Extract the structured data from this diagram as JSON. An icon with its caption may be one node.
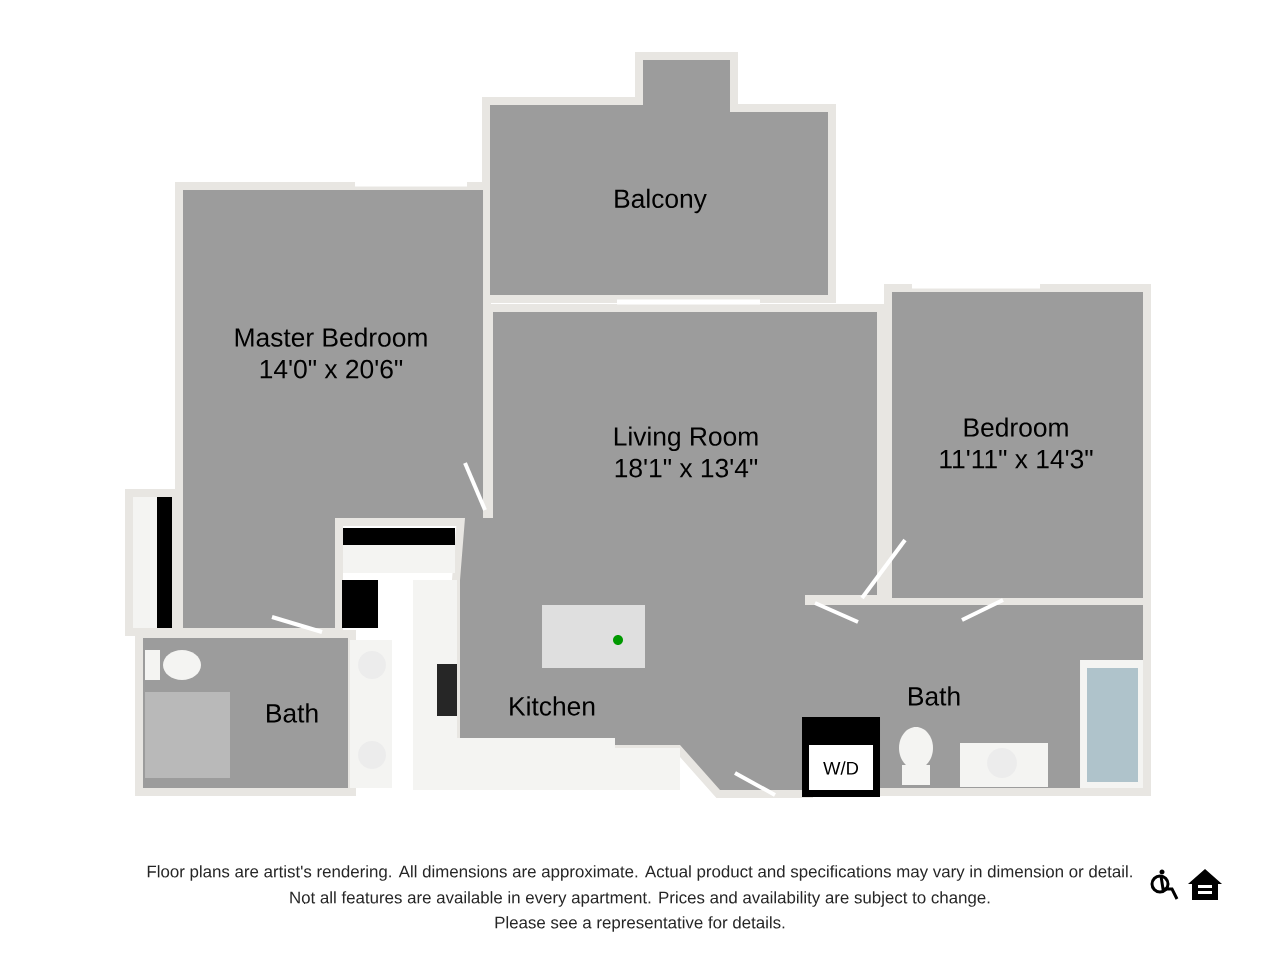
{
  "diagram": {
    "nodes": [
      {
        "text": [
          "Balcony"
        ]
      },
      {
        "text": [
          "Master Bedroom",
          "14'0\" x 20'6\""
        ]
      },
      {
        "text": [
          "Living Room",
          "18'1\" x 13'4\""
        ]
      },
      {
        "text": [
          "Bedroom",
          "11'11\" x 14'3\""
        ]
      },
      {
        "text": [
          "Bath"
        ]
      },
      {
        "text": [
          "Kitchen"
        ],
        "in": 2
      },
      {
        "text": [
          "Bath"
        ]
      },
      {
        "text": [
          "W/D"
        ],
        "in": 6
      }
    ],
    "labels": [
      "Floor plans are artist's rendering. All dimensions are approximate. Actual product and specifications may vary in dimension or detail.",
      "Not all features are available in every apartment. Prices and availability are subject to change.",
      "Please see a representative for details."
    ]
  }
}
